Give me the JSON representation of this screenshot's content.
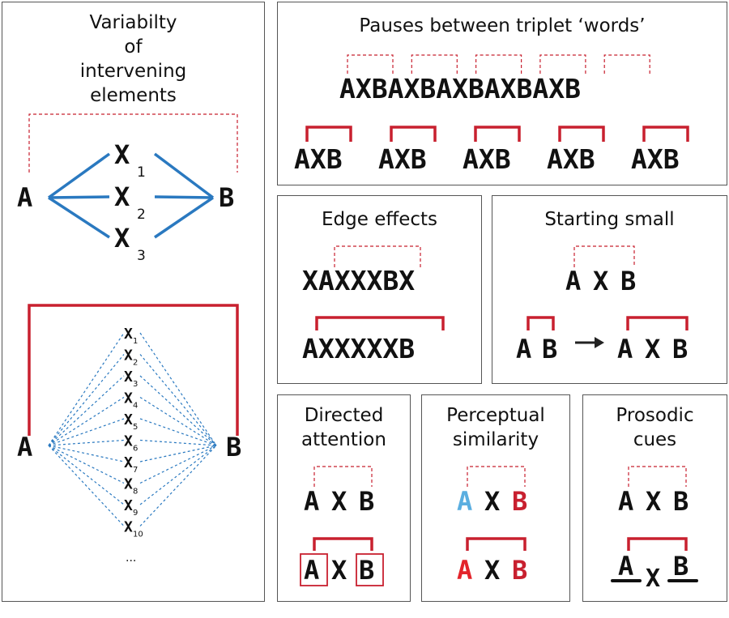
{
  "panels": {
    "variability": {
      "title_lines": [
        "Variabilty",
        "of",
        "intervening",
        "elements"
      ],
      "endpoint_a": "A",
      "endpoint_b": "B",
      "x_letter": "X",
      "small_set": [
        "1",
        "2",
        "3"
      ],
      "large_set": [
        "1",
        "2",
        "3",
        "4",
        "5",
        "6",
        "7",
        "8",
        "9",
        "10"
      ],
      "ellipsis": "..."
    },
    "pauses": {
      "title": "Pauses between triplet ‘words’",
      "stream": "AXBAXBAXBAXBAXB",
      "word": "AXB",
      "word_count": 5
    },
    "edge": {
      "title": "Edge effects",
      "top_string": "XAXXXBX",
      "bottom_string": "AXXXXXB"
    },
    "starting_small": {
      "title": "Starting small",
      "top": [
        "A",
        "X",
        "B"
      ],
      "small": [
        "A",
        "B"
      ],
      "arrow": "→",
      "large": [
        "A",
        "X",
        "B"
      ]
    },
    "directed": {
      "title_lines": [
        "Directed",
        "attention"
      ],
      "top": [
        "A",
        "X",
        "B"
      ],
      "bottom": [
        "A",
        "X",
        "B"
      ]
    },
    "perceptual": {
      "title_lines": [
        "Perceptual",
        "similarity"
      ],
      "top": [
        "A",
        "X",
        "B"
      ],
      "bottom": [
        "A",
        "X",
        "B"
      ],
      "colors": {
        "blue": "#5aaee0",
        "red": "#c8202f",
        "bright_red": "#e3242b"
      }
    },
    "prosodic": {
      "title_lines": [
        "Prosodic",
        "cues"
      ],
      "top": [
        "A",
        "X",
        "B"
      ],
      "bottom": [
        "A",
        "X",
        "B"
      ]
    }
  },
  "colors": {
    "dependency": "#c8202f",
    "link_blue": "#2a79c0",
    "border": "#555555"
  }
}
